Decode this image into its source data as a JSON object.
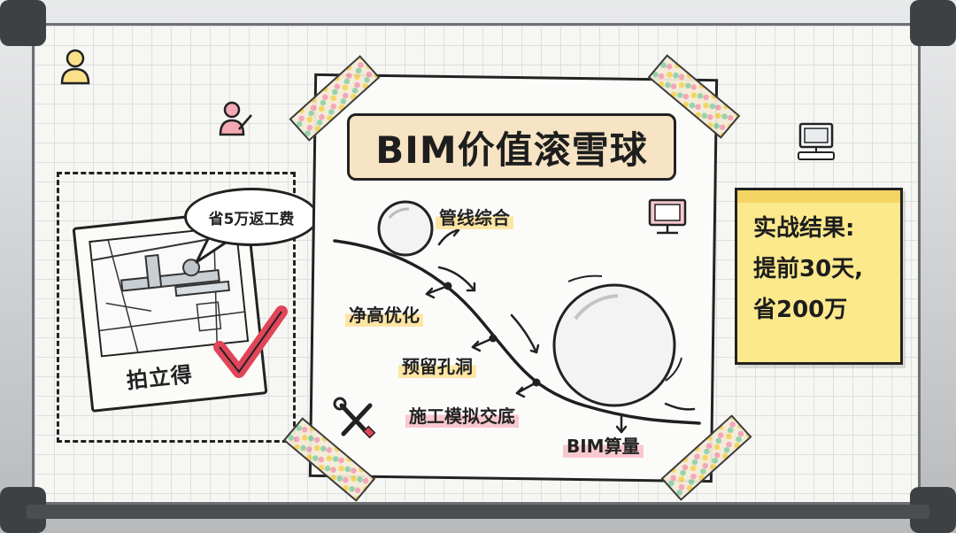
{
  "title": "BIM价值滚雪球",
  "speech_bubble": "省5万返工费",
  "polaroid_label": "拍立得",
  "steps": [
    {
      "label": "管线综合"
    },
    {
      "label": "净高优化"
    },
    {
      "label": "预留孔洞"
    },
    {
      "label": "施工模拟交底"
    },
    {
      "label": "BIM算量"
    }
  ],
  "result": {
    "line1": "实战结果:",
    "line2": "提前30天,",
    "line3": "省200万"
  },
  "icons": {
    "person": "person-icon",
    "person_pencil": "person-with-pencil-icon",
    "computer": "computer-icon",
    "monitor": "monitor-icon",
    "tools": "wrench-screwdriver-icon",
    "check": "checkmark-icon"
  },
  "colors": {
    "title_bg": "#f7e4c4",
    "sticky": "#fbe98c",
    "highlight_yellow": "#fde6a4",
    "highlight_pink": "#f8c8cf",
    "check_red": "#e0455a"
  }
}
